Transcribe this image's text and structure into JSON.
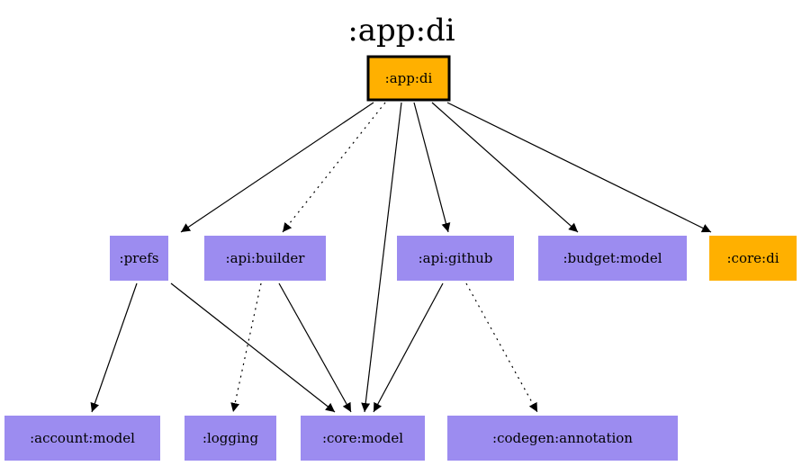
{
  "title": ":app:di",
  "colors": {
    "module_fill": "#9c8cf0",
    "highlight_fill": "#ffb000",
    "edge": "#000000",
    "background": "#ffffff"
  },
  "nodes": [
    {
      "id": "app_di",
      "label": ":app:di",
      "style": "highlight",
      "root": true
    },
    {
      "id": "prefs",
      "label": ":prefs",
      "style": "module"
    },
    {
      "id": "api_builder",
      "label": ":api:builder",
      "style": "module"
    },
    {
      "id": "api_github",
      "label": ":api:github",
      "style": "module"
    },
    {
      "id": "budget_model",
      "label": ":budget:model",
      "style": "module"
    },
    {
      "id": "core_di",
      "label": ":core:di",
      "style": "highlight"
    },
    {
      "id": "account_model",
      "label": ":account:model",
      "style": "module"
    },
    {
      "id": "logging",
      "label": ":logging",
      "style": "module"
    },
    {
      "id": "core_model",
      "label": ":core:model",
      "style": "module"
    },
    {
      "id": "codegen_annotation",
      "label": ":codegen:annotation",
      "style": "module"
    }
  ],
  "edges": [
    {
      "from": "app_di",
      "to": "prefs",
      "style": "solid"
    },
    {
      "from": "app_di",
      "to": "api_builder",
      "style": "dotted"
    },
    {
      "from": "app_di",
      "to": "core_model",
      "style": "solid"
    },
    {
      "from": "app_di",
      "to": "api_github",
      "style": "solid"
    },
    {
      "from": "app_di",
      "to": "budget_model",
      "style": "solid"
    },
    {
      "from": "app_di",
      "to": "core_di",
      "style": "solid"
    },
    {
      "from": "prefs",
      "to": "account_model",
      "style": "solid"
    },
    {
      "from": "prefs",
      "to": "core_model",
      "style": "solid"
    },
    {
      "from": "api_builder",
      "to": "logging",
      "style": "dotted"
    },
    {
      "from": "api_builder",
      "to": "core_model",
      "style": "solid"
    },
    {
      "from": "api_github",
      "to": "core_model",
      "style": "solid"
    },
    {
      "from": "api_github",
      "to": "codegen_annotation",
      "style": "dotted"
    }
  ]
}
